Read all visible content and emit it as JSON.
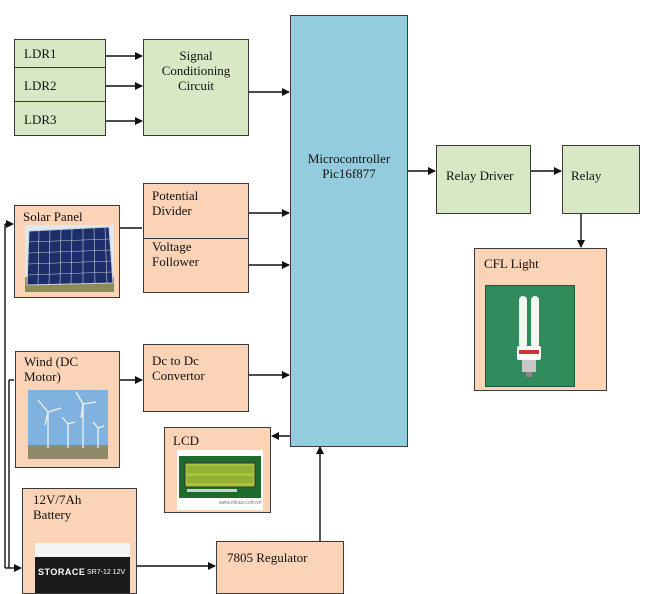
{
  "blocks": {
    "ldr1": "LDR1",
    "ldr2": "LDR2",
    "ldr3": "LDR3",
    "signal_conditioning": [
      "Signal",
      "Conditioning",
      "Circuit"
    ],
    "microcontroller": [
      "Microcontroller",
      "Pic16f877"
    ],
    "relay_driver": "Relay Driver",
    "relay": "Relay",
    "cfl_light": "CFL Light",
    "solar_panel": "Solar Panel",
    "potential_divider": [
      "Potential",
      "Divider"
    ],
    "voltage_follower": [
      "Voltage",
      "Follower"
    ],
    "wind": [
      "Wind (DC",
      "Motor)"
    ],
    "dc_converter": [
      "Dc to Dc",
      "Convertor"
    ],
    "lcd": "LCD",
    "battery": [
      "12V/7Ah",
      "Battery"
    ],
    "regulator": "7805 Regulator"
  },
  "image_text": {
    "battery_brand": "STORACE",
    "battery_model": "SR7-12 12V",
    "lcd_caption": "www.elinux.com.vn"
  },
  "colors": {
    "green": "#d8e8c4",
    "peach": "#fbd3b6",
    "blue": "#93cddd",
    "line": "#111111"
  }
}
